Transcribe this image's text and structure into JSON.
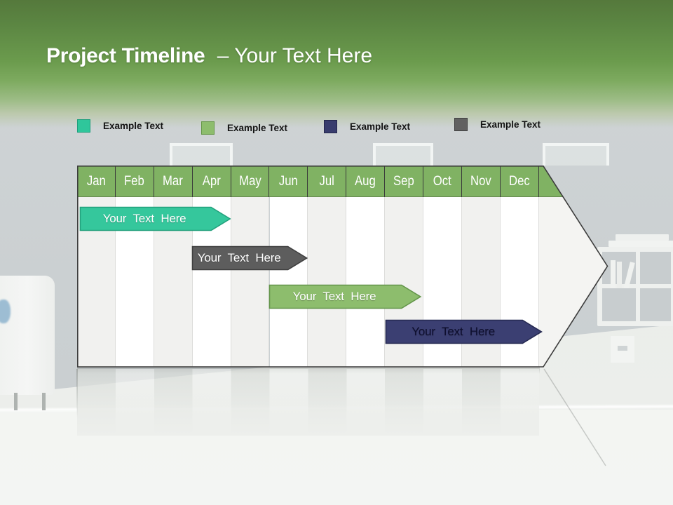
{
  "slide": {
    "title_bold": "Project Timeline",
    "title_light": "– Your Text Here"
  },
  "palette": {
    "banner_top": "#55793C",
    "banner_mid": "#6B9B4D",
    "wall": "#CDD2D4",
    "floor": "#EDEFEC",
    "header_green": "#80B263"
  },
  "legend": {
    "items": [
      {
        "label": "Example Text",
        "color": "#2FC69B",
        "border": "#1E9F7C"
      },
      {
        "label": "Example Text",
        "color": "#8DBD6D",
        "border": "#659747"
      },
      {
        "label": "Example Text",
        "color": "#383C6D",
        "border": "#23264A"
      },
      {
        "label": "Example Text",
        "color": "#616161",
        "border": "#3E3E3E"
      }
    ]
  },
  "chart_data": {
    "type": "timeline",
    "title": "Project Timeline",
    "months": [
      "Jan",
      "Feb",
      "Mar",
      "Apr",
      "May",
      "Jun",
      "Jul",
      "Aug",
      "Sep",
      "Oct",
      "Nov",
      "Dec"
    ],
    "header_color": "#80B263",
    "bars": [
      {
        "label": "Your Text Here",
        "start_month": 0.05,
        "end_month": 3.45,
        "fill": "#35C79C",
        "stroke": "#23A17D",
        "text_color": "#FFFFFF"
      },
      {
        "label": "Your Text Here",
        "start_month": 2.97,
        "end_month": 5.45,
        "fill": "#5D5D5D",
        "stroke": "#3F3F3F",
        "text_color": "#FFFFFF"
      },
      {
        "label": "Your Text Here",
        "start_month": 4.97,
        "end_month": 8.4,
        "fill": "#8DBD6D",
        "stroke": "#63954A",
        "text_color": "#FFFFFF"
      },
      {
        "label": "Your Text Here",
        "start_month": 8.0,
        "end_month": 11.55,
        "fill": "#3B3F72",
        "stroke": "#262A52",
        "text_color": "#0E0E2E"
      }
    ]
  }
}
